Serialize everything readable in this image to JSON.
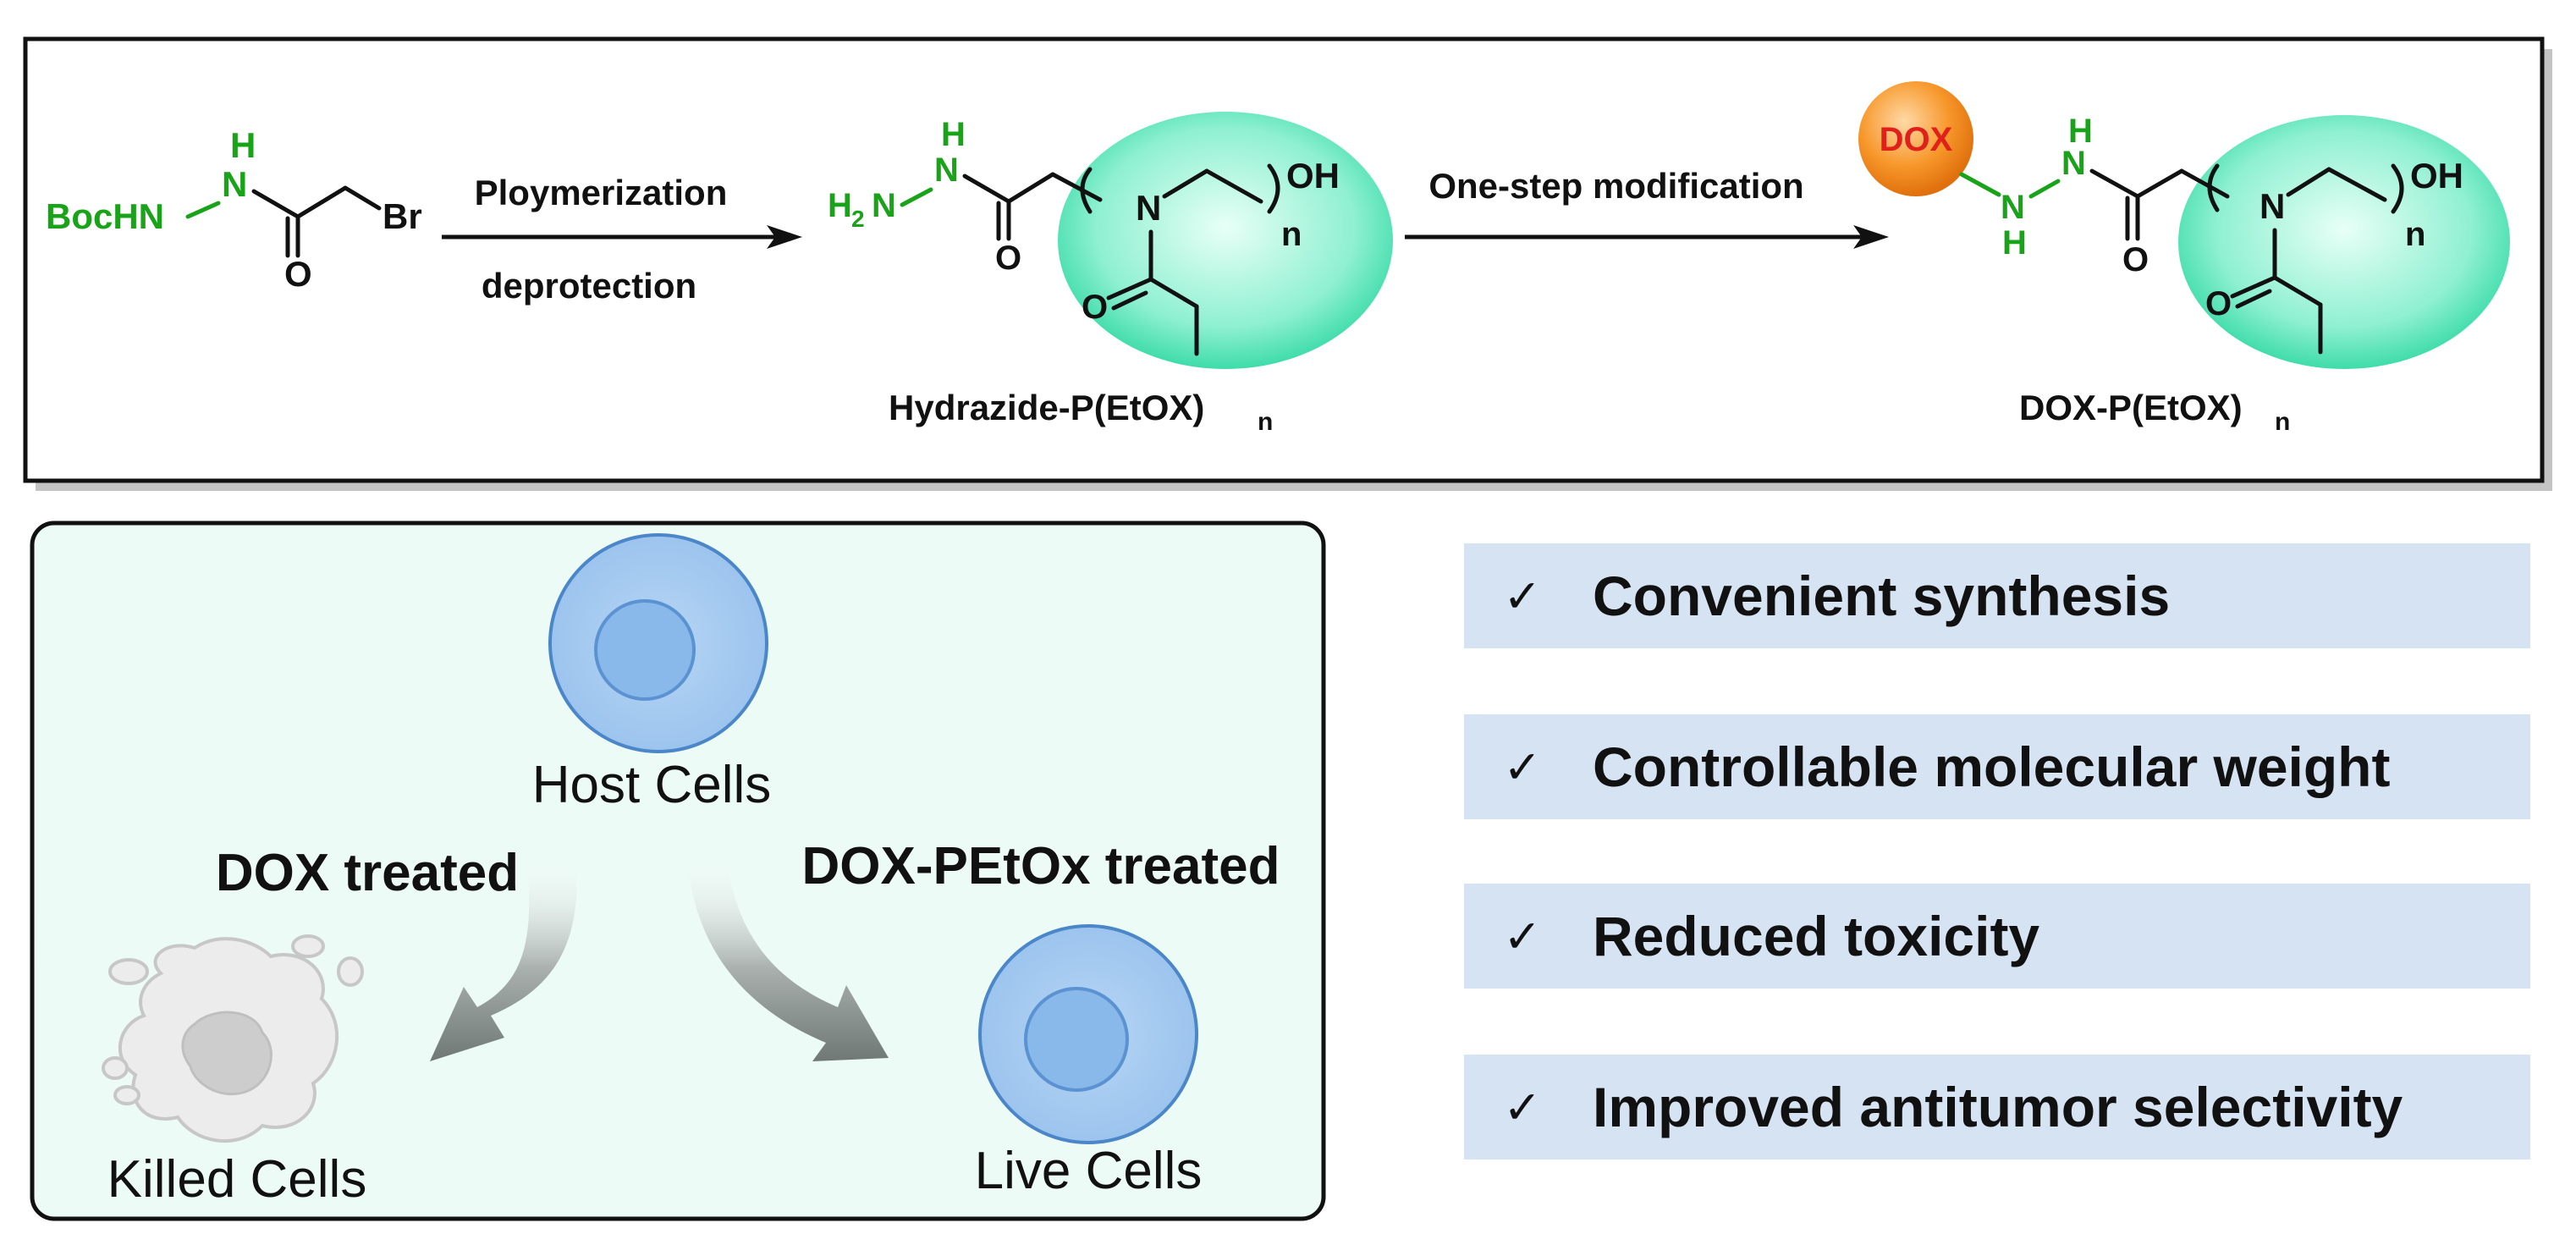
{
  "synthesis": {
    "reagent_bochn": "BocHN",
    "reagent_h": "H",
    "reagent_n": "N",
    "reagent_o": "O",
    "reagent_br": "Br",
    "step1_top": "Ploymerization",
    "step1_bottom": "deprotection",
    "step2_top": "One-step modification",
    "product1_label": "Hydrazide-P(EtOX)",
    "product1_sub": "n",
    "product2_label": "DOX-P(EtOX)",
    "product2_sub": "n",
    "dox_bead": "DOX",
    "oh": "OH",
    "n_sub": "n",
    "h2n_h": "H",
    "h2n_2": "2",
    "atom_n": "N",
    "atom_o": "O"
  },
  "cells": {
    "host_label": "Host Cells",
    "left_treatment": "DOX treated",
    "right_treatment": "DOX-PEtOx treated",
    "killed_label": "Killed Cells",
    "live_label": "Live Cells"
  },
  "features": [
    {
      "check": "✓",
      "label": "Convenient synthesis"
    },
    {
      "check": "✓",
      "label": "Controllable molecular weight"
    },
    {
      "check": "✓",
      "label": "Reduced toxicity"
    },
    {
      "check": "✓",
      "label": "Improved antitumor selectivity"
    }
  ],
  "colors": {
    "hydrazide_green": "#19a319",
    "polymer_sphere": "#5ee8c0",
    "dox_orange": "#f28c1a",
    "cell_blue": "#8dbbe8",
    "feature_bg": "#d6e3f2",
    "panel_bg": "#ecfbf6"
  }
}
